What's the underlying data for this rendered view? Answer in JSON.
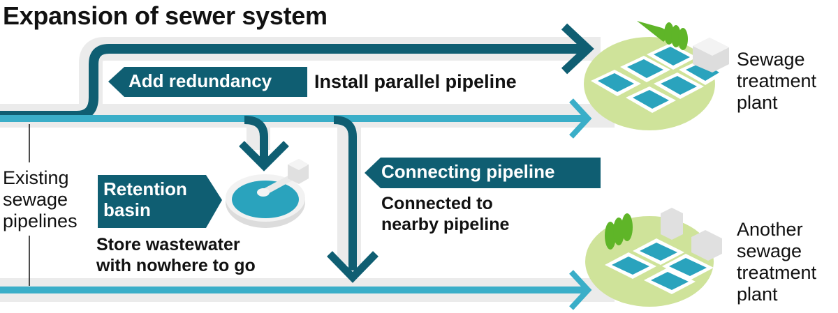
{
  "title": "Expansion of sewer system",
  "colors": {
    "dark_pipe": "#0f5e72",
    "light_pipe": "#3aaec8",
    "pipe_shadow": "#e8e8e8",
    "ground": "#cfe39a",
    "water": "#2aa3bd",
    "tree": "#5fb528",
    "building": "#e6e6e6"
  },
  "existing_pipelines": {
    "label_lines": [
      "Existing",
      "sewage",
      "pipelines"
    ]
  },
  "redundancy": {
    "tag": "Add redundancy",
    "description": "Install parallel pipeline"
  },
  "retention": {
    "tag_lines": [
      "Retention",
      "basin"
    ],
    "description_lines": [
      "Store wastewater",
      "with nowhere to go"
    ]
  },
  "connecting": {
    "tag": "Connecting pipeline",
    "description_lines": [
      "Connected to",
      "nearby pipeline"
    ]
  },
  "plant_main": {
    "label_lines": [
      "Sewage",
      "treatment",
      "plant"
    ]
  },
  "plant_other": {
    "label_lines": [
      "Another",
      "sewage",
      "treatment",
      "plant"
    ]
  }
}
